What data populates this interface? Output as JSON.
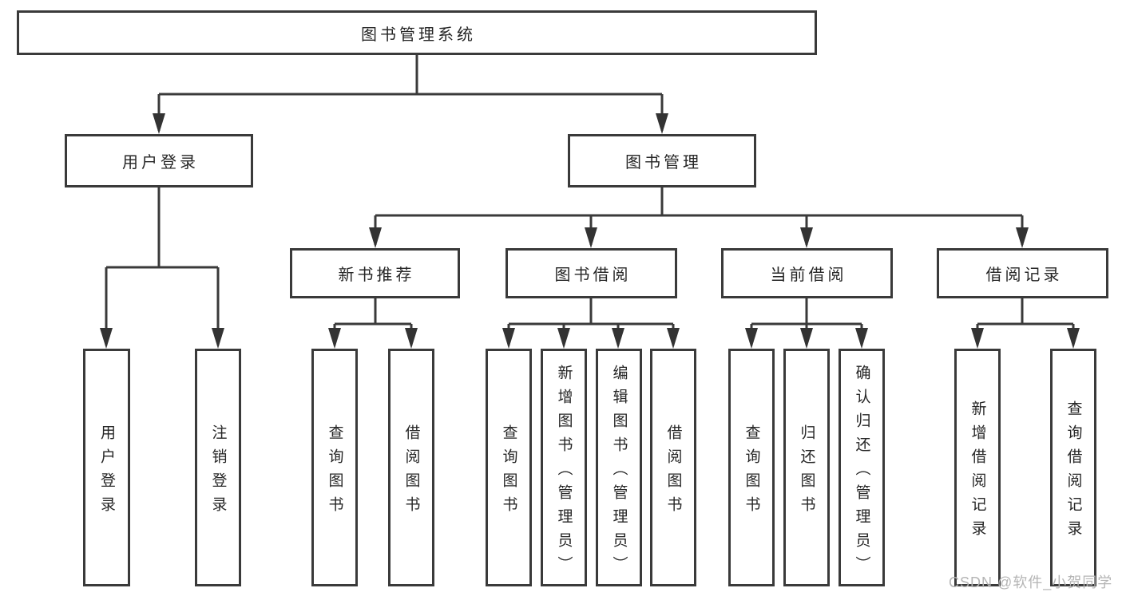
{
  "tree": {
    "root": "图书管理系统",
    "user": {
      "label": "用户登录",
      "children": [
        "用户登录",
        "注销登录"
      ]
    },
    "mgmt": {
      "label": "图书管理",
      "groups": [
        {
          "label": "新书推荐",
          "children": [
            "查询图书",
            "借阅图书"
          ]
        },
        {
          "label": "图书借阅",
          "children": [
            "查询图书",
            "新增图书（管理员）",
            "编辑图书（管理员）",
            "借阅图书"
          ]
        },
        {
          "label": "当前借阅",
          "children": [
            "查询图书",
            "归还图书",
            "确认归还（管理员）"
          ]
        },
        {
          "label": "借阅记录",
          "children": [
            "新增借阅记录",
            "查询借阅记录"
          ]
        }
      ]
    }
  },
  "watermark": "CSDN @软件_小贺同学",
  "colors": {
    "line": "#3a3a3a",
    "text": "#262626",
    "watermark": "#b5b5b5",
    "background": "#ffffff"
  }
}
